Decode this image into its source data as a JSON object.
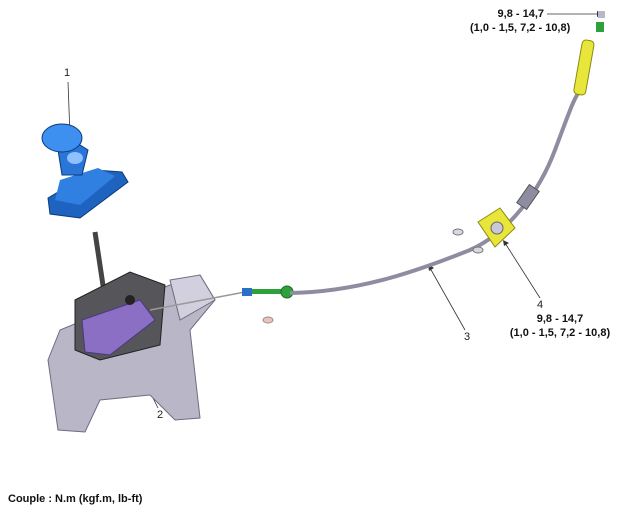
{
  "callouts": [
    "1",
    "2",
    "3",
    "4"
  ],
  "torque_top": {
    "nm": "9,8 - 14,7",
    "alt": "(1,0 - 1,5, 7,2 - 10,8)"
  },
  "torque_bracket": {
    "nm": "9,8 - 14,7",
    "alt": "(1,0 - 1,5, 7,2 - 10,8)"
  },
  "caption": "Couple : N.m (kgf.m, lb-ft)",
  "colors": {
    "knob": "#1f6fd1",
    "lever_base": "#b7b4c6",
    "housing": "#8a6fc4",
    "cable": "#8d8ca0",
    "bracket": "#e8e63a",
    "fitting": "#2fa13b"
  }
}
